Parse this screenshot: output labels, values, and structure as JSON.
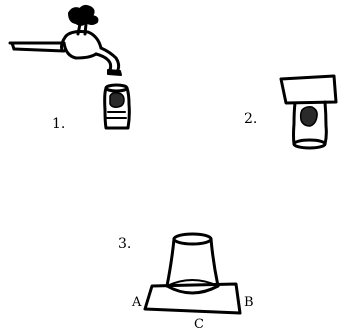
{
  "steps": [
    {
      "label": "1.",
      "description_icon": "faucet-filling-cup"
    },
    {
      "label": "2.",
      "description_icon": "cup-inverted-under-card"
    },
    {
      "label": "3.",
      "description_icon": "inverted-cup-on-card"
    }
  ],
  "points": {
    "a": "A",
    "b": "B",
    "c": "C"
  },
  "colors": {
    "ink": "#000000",
    "background": "#ffffff",
    "water_shading": "#2a2a2a"
  }
}
